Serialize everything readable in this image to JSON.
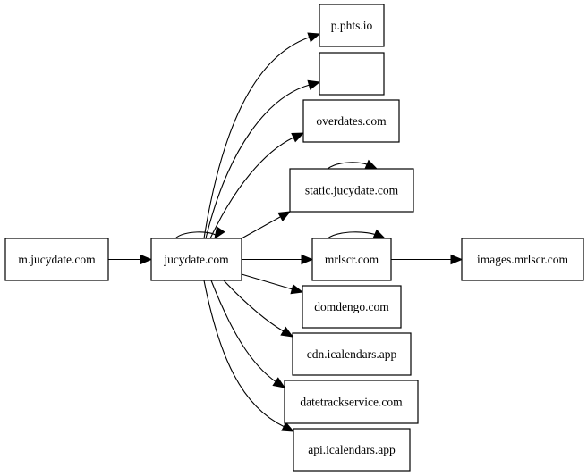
{
  "nodes": {
    "m_jucydate": "m.jucydate.com",
    "jucydate": "jucydate.com",
    "p_phts": "p.phts.io",
    "blank": "",
    "overdates": "overdates.com",
    "static_jucydate": "static.jucydate.com",
    "mrlscr": "mrlscr.com",
    "images_mrlscr": "images.mrlscr.com",
    "domdengo": "domdengo.com",
    "cdn_icalendars": "cdn.icalendars.app",
    "datetrackservice": "datetrackservice.com",
    "api_icalendars": "api.icalendars.app"
  },
  "edges": [
    {
      "from": "m_jucydate",
      "to": "jucydate"
    },
    {
      "from": "jucydate",
      "to": "jucydate"
    },
    {
      "from": "jucydate",
      "to": "p_phts"
    },
    {
      "from": "jucydate",
      "to": "blank"
    },
    {
      "from": "jucydate",
      "to": "overdates"
    },
    {
      "from": "jucydate",
      "to": "static_jucydate"
    },
    {
      "from": "jucydate",
      "to": "mrlscr"
    },
    {
      "from": "jucydate",
      "to": "domdengo"
    },
    {
      "from": "jucydate",
      "to": "cdn_icalendars"
    },
    {
      "from": "jucydate",
      "to": "datetrackservice"
    },
    {
      "from": "jucydate",
      "to": "api_icalendars"
    },
    {
      "from": "static_jucydate",
      "to": "static_jucydate"
    },
    {
      "from": "mrlscr",
      "to": "mrlscr"
    },
    {
      "from": "mrlscr",
      "to": "images_mrlscr"
    }
  ]
}
